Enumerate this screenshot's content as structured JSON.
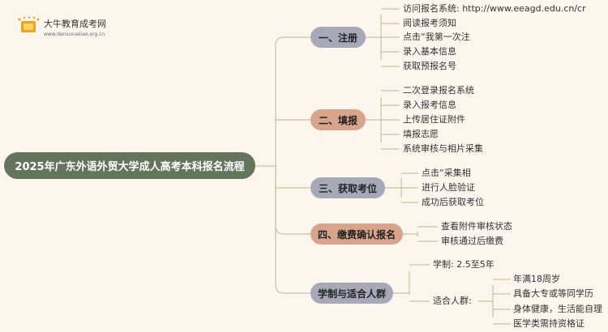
{
  "logo": {
    "title": "大牛教育成考网",
    "url": "www.daniuxueliao.org.cn"
  },
  "root": "2025年广东外语外贸大学成人高考本科报名流程",
  "branches": [
    {
      "label": "一、注册",
      "items": [
        "访问报名系统: http://www.eeagd.edu.cn/cr",
        "阅读报考须知",
        "点击“我第一次注",
        "录入基本信息",
        "获取预报名号"
      ]
    },
    {
      "label": "二、填报",
      "items": [
        "二次登录报名系统",
        "录入报考信息",
        "上传居住证附件",
        "填报志愿",
        "系统审核与相片采集"
      ]
    },
    {
      "label": "三、获取考位",
      "items": [
        "点击“采集相",
        "进行人脸验证",
        "成功后获取考位"
      ]
    },
    {
      "label": "四、缴费确认报名",
      "items": [
        "查看附件审核状态",
        "审核通过后缴费"
      ]
    },
    {
      "label": "学制与适合人群",
      "items": [
        "学制: 2.5至5年"
      ],
      "sub": {
        "label": "适合人群:",
        "items": [
          "年满18周岁",
          "具备大专或等同学历",
          "身体健康，生活能自理",
          "医学类需持资格证"
        ]
      }
    }
  ],
  "colors": {
    "root": "#65745c",
    "branch_grey": "#a7a9b9",
    "branch_orange": "#d9a48c",
    "line": "#c9c2a4"
  }
}
